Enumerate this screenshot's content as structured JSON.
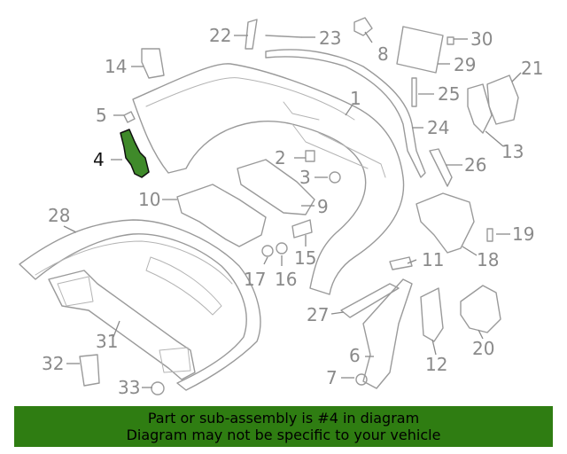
{
  "diagram": {
    "highlight_part": "4",
    "highlight_color": "#3f8a2a",
    "label_color": "#8a8a8a",
    "callouts": [
      {
        "id": "1",
        "text": "1"
      },
      {
        "id": "2",
        "text": "2"
      },
      {
        "id": "3",
        "text": "3"
      },
      {
        "id": "4",
        "text": "4"
      },
      {
        "id": "5",
        "text": "5"
      },
      {
        "id": "6",
        "text": "6"
      },
      {
        "id": "7",
        "text": "7"
      },
      {
        "id": "8",
        "text": "8"
      },
      {
        "id": "9",
        "text": "9"
      },
      {
        "id": "10",
        "text": "10"
      },
      {
        "id": "11",
        "text": "11"
      },
      {
        "id": "12",
        "text": "12"
      },
      {
        "id": "13",
        "text": "13"
      },
      {
        "id": "14",
        "text": "14"
      },
      {
        "id": "15",
        "text": "15"
      },
      {
        "id": "16",
        "text": "16"
      },
      {
        "id": "17",
        "text": "17"
      },
      {
        "id": "18",
        "text": "18"
      },
      {
        "id": "19",
        "text": "19"
      },
      {
        "id": "20",
        "text": "20"
      },
      {
        "id": "21",
        "text": "21"
      },
      {
        "id": "22",
        "text": "22"
      },
      {
        "id": "23",
        "text": "23"
      },
      {
        "id": "24",
        "text": "24"
      },
      {
        "id": "25",
        "text": "25"
      },
      {
        "id": "26",
        "text": "26"
      },
      {
        "id": "27",
        "text": "27"
      },
      {
        "id": "28",
        "text": "28"
      },
      {
        "id": "29",
        "text": "29"
      },
      {
        "id": "30",
        "text": "30"
      },
      {
        "id": "31",
        "text": "31"
      },
      {
        "id": "32",
        "text": "32"
      },
      {
        "id": "33",
        "text": "33"
      }
    ]
  },
  "banner": {
    "line1": "Part or sub-assembly is #4 in diagram",
    "line2": "Diagram may not be specific to your vehicle",
    "color": "#2f7d12"
  }
}
